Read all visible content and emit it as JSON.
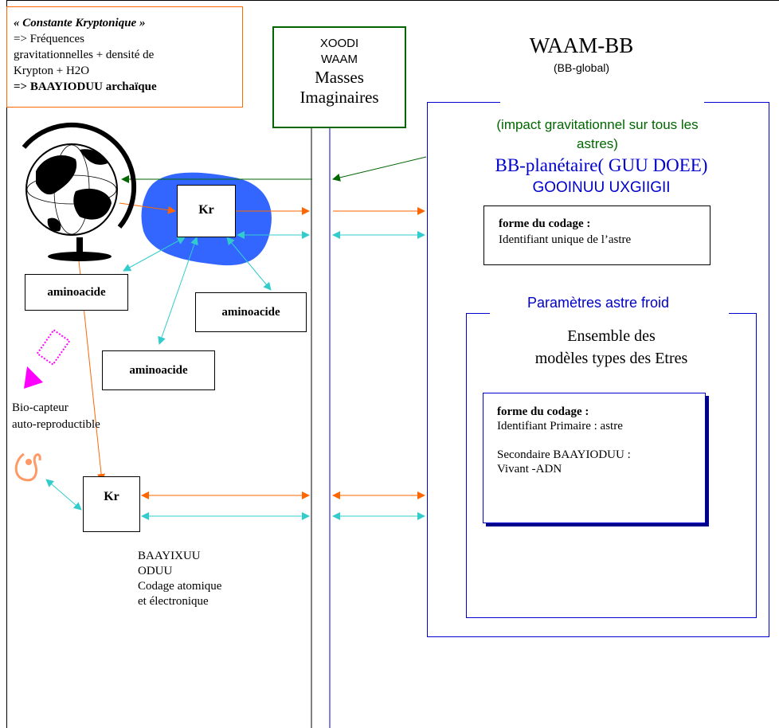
{
  "constante": {
    "title": "« Constante Kryptonique »",
    "line1": "=> Fréquences",
    "line2": "gravitationnelles + densité de",
    "line3": "Krypton + H2O",
    "line4": "=> BAAYIODUU archaïque"
  },
  "xoodi": {
    "line1": "XOODI",
    "line2": "WAAM",
    "line3": "Masses",
    "line4": "Imaginaires"
  },
  "waam": {
    "title": "WAAM-BB",
    "subtitle": "(BB-global)",
    "impact_line1": "(impact gravitationnel sur tous les",
    "impact_line2": "astres)",
    "bb_planetaire": "BB-planétaire( GUU DOEE)",
    "gooinuu": "GOOINUU UXGIIGII",
    "codage1_title": "forme du codage :",
    "codage1_text": "Identifiant unique de l’astre",
    "params_title": "Paramètres astre froid",
    "ensemble_line1": "Ensemble des",
    "ensemble_line2": "modèles types des Etres",
    "codage2_title": "forme du codage :",
    "codage2_line1": "Identifiant Primaire : astre",
    "codage2_line2": "Secondaire BAAYIODUU :",
    "codage2_line3": "Vivant -ADN"
  },
  "left": {
    "kr_top": "Kr",
    "kr_bottom": "Kr",
    "amino1": "aminoacide",
    "amino2": "aminoacide",
    "amino3": "aminoacide",
    "biocapteur_line1": "Bio-capteur",
    "biocapteur_line2": "auto-reproductible",
    "baayixuu_line1": "BAAYIXUU",
    "baayixuu_line2": "ODUU",
    "baayixuu_line3": "Codage atomique",
    "baayixuu_line4": "et électronique"
  },
  "colors": {
    "orange": "#ff6600",
    "cyan": "#33cccc",
    "green": "#006600",
    "blue": "#0000cc",
    "magenta": "#ff00ff",
    "blob": "#3366ff"
  },
  "icons": {
    "globe": "globe-icon",
    "biocapteur": "biocapteur-icon",
    "pink_arrow": "dotted-arrow-icon"
  }
}
